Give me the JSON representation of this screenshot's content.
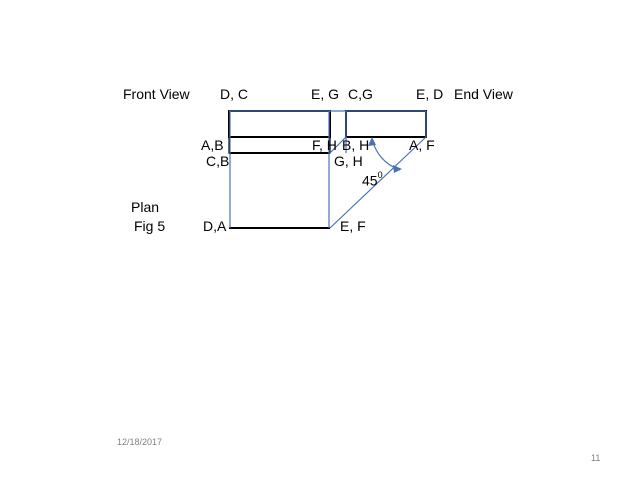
{
  "labels": {
    "front_view": "Front View",
    "dc": "D, C",
    "eg": "E, G",
    "cg": "C,G",
    "ed": "E, D",
    "end_view": "End View",
    "ab": "A,B",
    "fh1": "F, H",
    "bh": "B, H",
    "af": "A, F",
    "cb": "C,B",
    "gh": "G, H",
    "angle_value": "45",
    "angle_sup": "0",
    "plan": "Plan",
    "fig": "Fig 5",
    "da": "D,A",
    "ef": "E, F"
  },
  "footer": {
    "date": "12/18/2017",
    "page_number": "11"
  },
  "colors": {
    "construction_line": "#4a72b8",
    "outline": "#000000"
  }
}
